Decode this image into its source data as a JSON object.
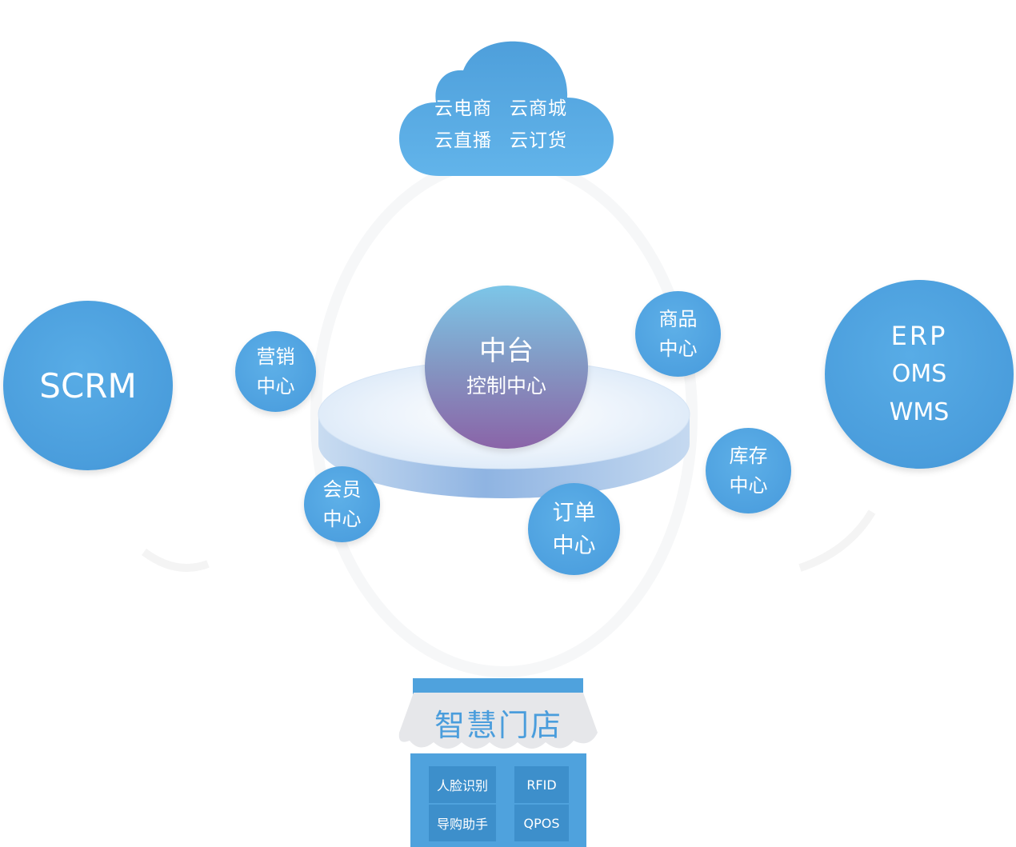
{
  "cloud": {
    "row1": [
      "云电商",
      "云商城"
    ],
    "row2": [
      "云直播",
      "云订货"
    ]
  },
  "left_system": {
    "label": "SCRM"
  },
  "right_system": {
    "lines": [
      "ERP",
      "OMS",
      "WMS"
    ]
  },
  "center": {
    "title": "中台",
    "subtitle": "控制中心"
  },
  "centers": {
    "marketing": [
      "营销",
      "中心"
    ],
    "product": [
      "商品",
      "中心"
    ],
    "member": [
      "会员",
      "中心"
    ],
    "order": [
      "订单",
      "中心"
    ],
    "inventory": [
      "库存",
      "中心"
    ]
  },
  "store": {
    "title": "智慧门店",
    "items": [
      "人脸识别",
      "RFID",
      "导购助手",
      "QPOS"
    ]
  },
  "colors": {
    "primary_blue": "#4a9ddc",
    "center_gradient_top": "#7fc3e6",
    "center_gradient_bottom": "#8a67aa",
    "store_title": "#4a9ddc"
  }
}
